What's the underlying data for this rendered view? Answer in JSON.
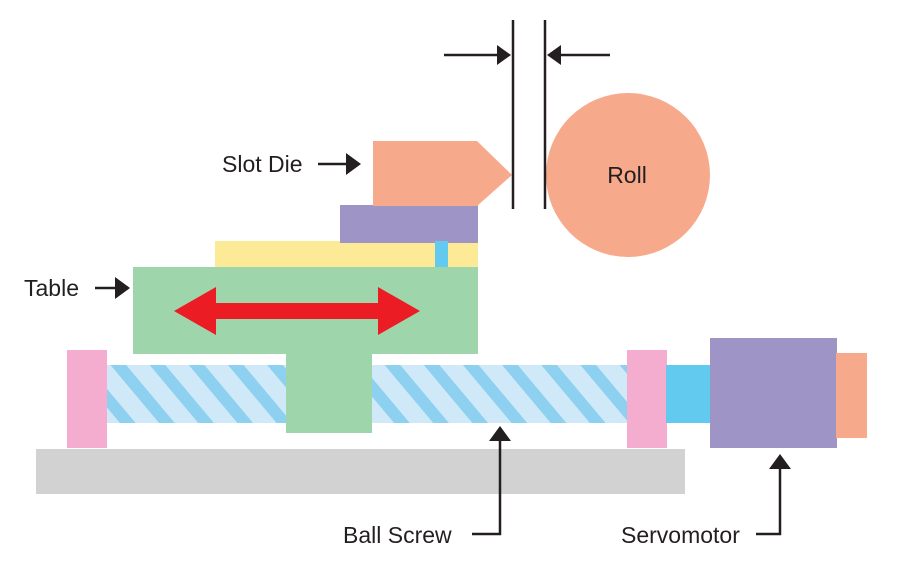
{
  "labels": {
    "slot_die": "Slot Die",
    "roll": "Roll",
    "table": "Table",
    "ball_screw": "Ball Screw",
    "servomotor": "Servomotor"
  },
  "colors": {
    "slot_die": "#f7a98b",
    "roll": "#f7a98b",
    "motor_cap": "#f7a98b",
    "die_holder": "#9e95c6",
    "servomotor": "#9e95c6",
    "shim_plate": "#fcea97",
    "table": "#9fd5ab",
    "end_block": "#f4accf",
    "coupling": "#62c9ef",
    "pin": "#62c9ef",
    "screw_light": "#cfe9f8",
    "screw_stripe": "#8ed0ef",
    "base": "#d3d2d3",
    "motion_arrow": "#ec1c24",
    "line": "#231f20"
  },
  "icons": [
    "gap-dimension-arrows",
    "motion-double-arrow",
    "pointer-arrows"
  ]
}
